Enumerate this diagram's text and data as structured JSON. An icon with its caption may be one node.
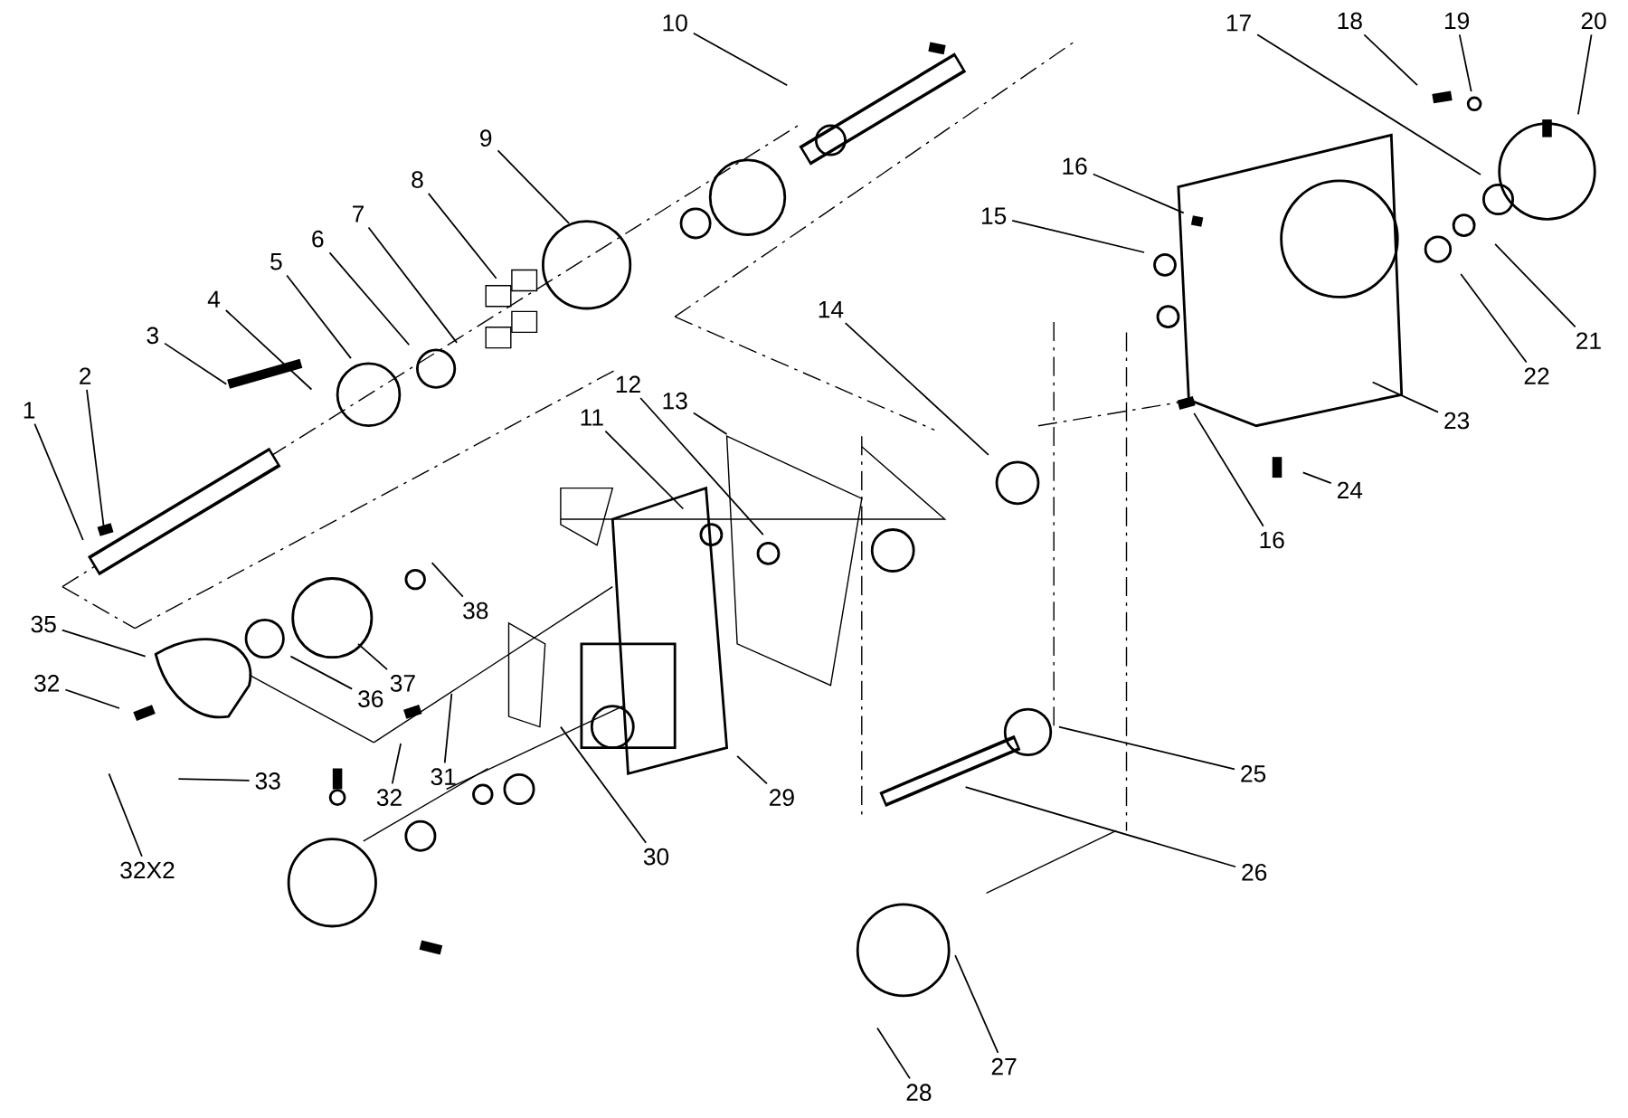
{
  "diagram": {
    "nodes": [
      {
        "text": [
          "1"
        ]
      },
      {
        "text": [
          "2"
        ]
      },
      {
        "text": [
          "3"
        ]
      },
      {
        "text": [
          "4"
        ]
      },
      {
        "text": [
          "5"
        ]
      },
      {
        "text": [
          "6"
        ]
      },
      {
        "text": [
          "7"
        ]
      },
      {
        "text": [
          "8"
        ]
      },
      {
        "text": [
          "9"
        ]
      },
      {
        "text": [
          "10"
        ]
      },
      {
        "text": [
          "11"
        ]
      },
      {
        "text": [
          "12"
        ]
      },
      {
        "text": [
          "13"
        ]
      },
      {
        "text": [
          "14"
        ]
      },
      {
        "text": [
          "15"
        ]
      },
      {
        "text": [
          "16"
        ]
      },
      {
        "text": [
          "16"
        ]
      },
      {
        "text": [
          "17"
        ]
      },
      {
        "text": [
          "18"
        ]
      },
      {
        "text": [
          "19"
        ]
      },
      {
        "text": [
          "20"
        ]
      },
      {
        "text": [
          "21"
        ]
      },
      {
        "text": [
          "22"
        ]
      },
      {
        "text": [
          "23"
        ]
      },
      {
        "text": [
          "24"
        ]
      },
      {
        "text": [
          "25"
        ]
      },
      {
        "text": [
          "26"
        ]
      },
      {
        "text": [
          "27"
        ]
      },
      {
        "text": [
          "28"
        ]
      },
      {
        "text": [
          "29"
        ]
      },
      {
        "text": [
          "30"
        ]
      },
      {
        "text": [
          "31"
        ]
      },
      {
        "text": [
          "32"
        ]
      },
      {
        "text": [
          "32"
        ]
      },
      {
        "text": [
          "32X2"
        ]
      },
      {
        "text": [
          "33"
        ]
      },
      {
        "text": [
          "35"
        ]
      },
      {
        "text": [
          "36"
        ]
      },
      {
        "text": [
          "37"
        ]
      },
      {
        "text": [
          "38"
        ]
      }
    ],
    "edges": [
      {
        "from": 0,
        "to": null,
        "arrow": "none"
      },
      {
        "from": 1,
        "to": null,
        "arrow": "none"
      },
      {
        "from": 2,
        "to": null,
        "arrow": "none"
      },
      {
        "from": 3,
        "to": null,
        "arrow": "none"
      },
      {
        "from": 4,
        "to": null,
        "arrow": "none"
      },
      {
        "from": 5,
        "to": null,
        "arrow": "none"
      },
      {
        "from": 6,
        "to": null,
        "arrow": "none"
      },
      {
        "from": 7,
        "to": null,
        "arrow": "none"
      },
      {
        "from": 8,
        "to": null,
        "arrow": "none"
      },
      {
        "from": 9,
        "to": null,
        "arrow": "none"
      },
      {
        "from": 10,
        "to": null,
        "arrow": "none"
      },
      {
        "from": 11,
        "to": null,
        "arrow": "none"
      },
      {
        "from": 12,
        "to": null,
        "arrow": "none"
      },
      {
        "from": 13,
        "to": null,
        "arrow": "none"
      },
      {
        "from": 14,
        "to": null,
        "arrow": "none"
      },
      {
        "from": 15,
        "to": null,
        "arrow": "none"
      },
      {
        "from": 16,
        "to": null,
        "arrow": "none"
      },
      {
        "from": 17,
        "to": null,
        "arrow": "none"
      },
      {
        "from": 18,
        "to": null,
        "arrow": "none"
      },
      {
        "from": 19,
        "to": null,
        "arrow": "none"
      },
      {
        "from": 20,
        "to": null,
        "arrow": "none"
      },
      {
        "from": 21,
        "to": null,
        "arrow": "none"
      },
      {
        "from": 22,
        "to": null,
        "arrow": "none"
      },
      {
        "from": 23,
        "to": null,
        "arrow": "none"
      },
      {
        "from": 24,
        "to": null,
        "arrow": "none"
      },
      {
        "from": 25,
        "to": null,
        "arrow": "none"
      },
      {
        "from": 26,
        "to": null,
        "arrow": "none"
      },
      {
        "from": 27,
        "to": null,
        "arrow": "none"
      },
      {
        "from": 28,
        "to": null,
        "arrow": "none"
      },
      {
        "from": 29,
        "to": null,
        "arrow": "none"
      },
      {
        "from": 30,
        "to": null,
        "arrow": "none"
      },
      {
        "from": 31,
        "to": null,
        "arrow": "none"
      },
      {
        "from": 32,
        "to": null,
        "arrow": "none"
      },
      {
        "from": 33,
        "to": null,
        "arrow": "none"
      },
      {
        "from": 34,
        "to": null,
        "arrow": "none"
      },
      {
        "from": 35,
        "to": null,
        "arrow": "none"
      },
      {
        "from": 36,
        "to": null,
        "arrow": "none"
      },
      {
        "from": 37,
        "to": null,
        "arrow": "none"
      },
      {
        "from": 38,
        "to": null,
        "arrow": "none"
      },
      {
        "from": 39,
        "to": null,
        "arrow": "none"
      }
    ]
  }
}
